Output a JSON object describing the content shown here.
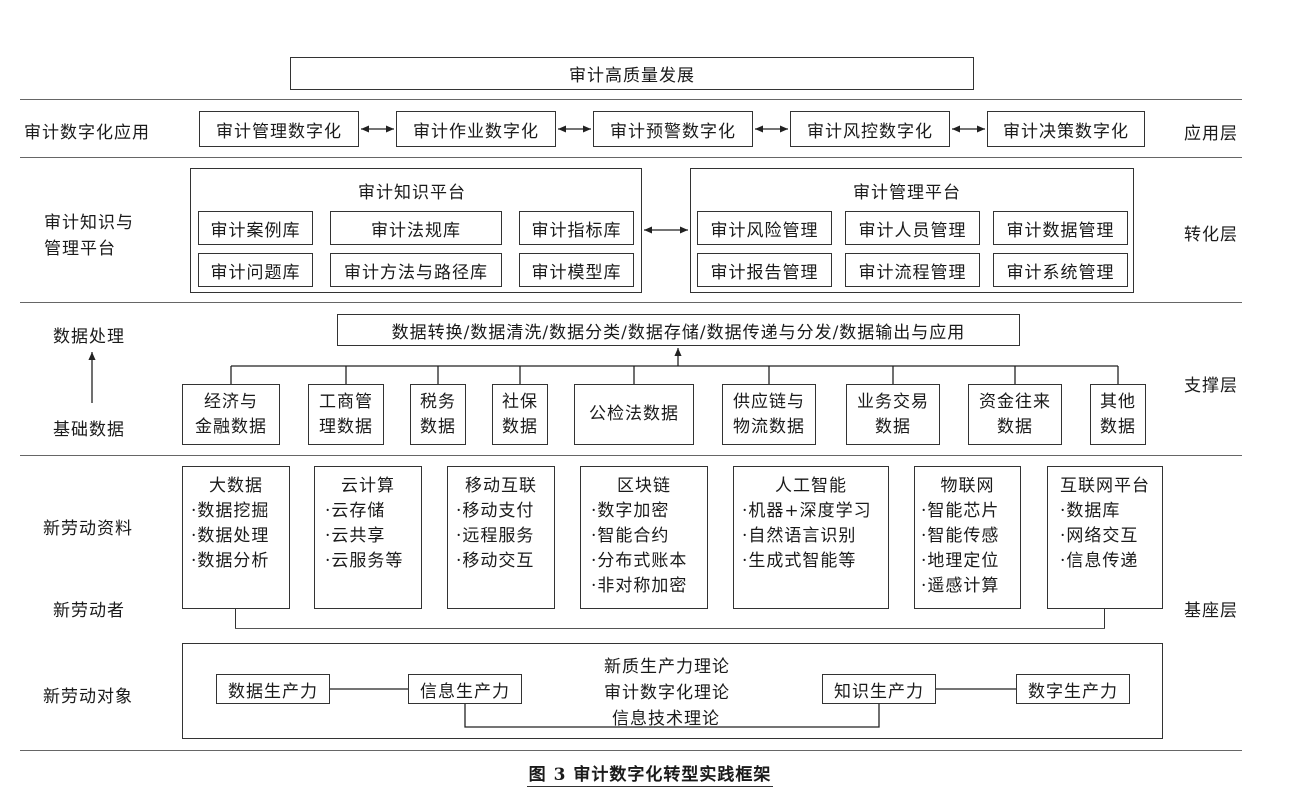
{
  "top_box": "审计高质量发展",
  "layers": {
    "application": "应用层",
    "transformation": "转化层",
    "support": "支撑层",
    "base": "基座层"
  },
  "left_labels": {
    "app": "审计数字化应用",
    "platform_line1": "审计知识与",
    "platform_line2": "管理平台",
    "data_processing": "数据处理",
    "base_data": "基础数据",
    "labor_materials": "新劳动资料",
    "laborers": "新劳动者",
    "labor_objects": "新劳动对象"
  },
  "applications": [
    "审计管理数字化",
    "审计作业数字化",
    "审计预警数字化",
    "审计风控数字化",
    "审计决策数字化"
  ],
  "knowledge_platform": {
    "title": "审计知识平台",
    "cells": [
      "审计案例库",
      "审计法规库",
      "审计指标库",
      "审计问题库",
      "审计方法与路径库",
      "审计模型库"
    ]
  },
  "management_platform": {
    "title": "审计管理平台",
    "cells": [
      "审计风险管理",
      "审计人员管理",
      "审计数据管理",
      "审计报告管理",
      "审计流程管理",
      "审计系统管理"
    ]
  },
  "data_processing_box": "数据转换/数据清洗/数据分类/数据存储/数据传递与分发/数据输出与应用",
  "data_categories": [
    {
      "l1": "经济与",
      "l2": "金融数据"
    },
    {
      "l1": "工商管",
      "l2": "理数据"
    },
    {
      "l1": "税务",
      "l2": "数据"
    },
    {
      "l1": "社保",
      "l2": "数据"
    },
    {
      "l1": "公检法数据",
      "l2": ""
    },
    {
      "l1": "供应链与",
      "l2": "物流数据"
    },
    {
      "l1": "业务交易",
      "l2": "数据"
    },
    {
      "l1": "资金往来",
      "l2": "数据"
    },
    {
      "l1": "其他",
      "l2": "数据"
    }
  ],
  "technologies": [
    {
      "title": "大数据",
      "items": [
        "·数据挖掘",
        "·数据处理",
        "·数据分析"
      ]
    },
    {
      "title": "云计算",
      "items": [
        "·云存储",
        "·云共享",
        "·云服务等"
      ]
    },
    {
      "title": "移动互联",
      "items": [
        "·移动支付",
        "·远程服务",
        "·移动交互"
      ]
    },
    {
      "title": "区块链",
      "items": [
        "·数字加密",
        "·智能合约",
        "·分布式账本",
        "·非对称加密"
      ]
    },
    {
      "title": "人工智能",
      "items": [
        "·机器+深度学习",
        "·自然语言识别",
        "·生成式智能等"
      ]
    },
    {
      "title": "物联网",
      "items": [
        "·智能芯片",
        "·智能传感",
        "·地理定位",
        "·遥感计算"
      ]
    },
    {
      "title": "互联网平台",
      "items": [
        "·数据库",
        "·网络交互",
        "·信息传递"
      ]
    }
  ],
  "productivity": {
    "data": "数据生产力",
    "info": "信息生产力",
    "knowledge": "知识生产力",
    "digital": "数字生产力",
    "theories": [
      "新质生产力理论",
      "审计数字化理论",
      "信息技术理论"
    ]
  },
  "caption": "图 3  审计数字化转型实践框架"
}
